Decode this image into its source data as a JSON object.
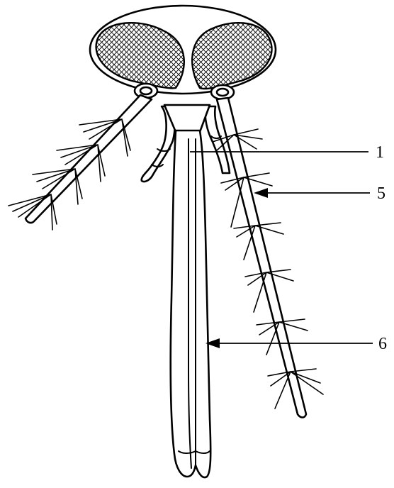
{
  "colors": {
    "ink": "#000000",
    "paper": "#ffffff"
  },
  "callouts": [
    {
      "id": "1",
      "text": "1"
    },
    {
      "id": "5",
      "text": "5"
    },
    {
      "id": "6",
      "text": "6"
    }
  ]
}
